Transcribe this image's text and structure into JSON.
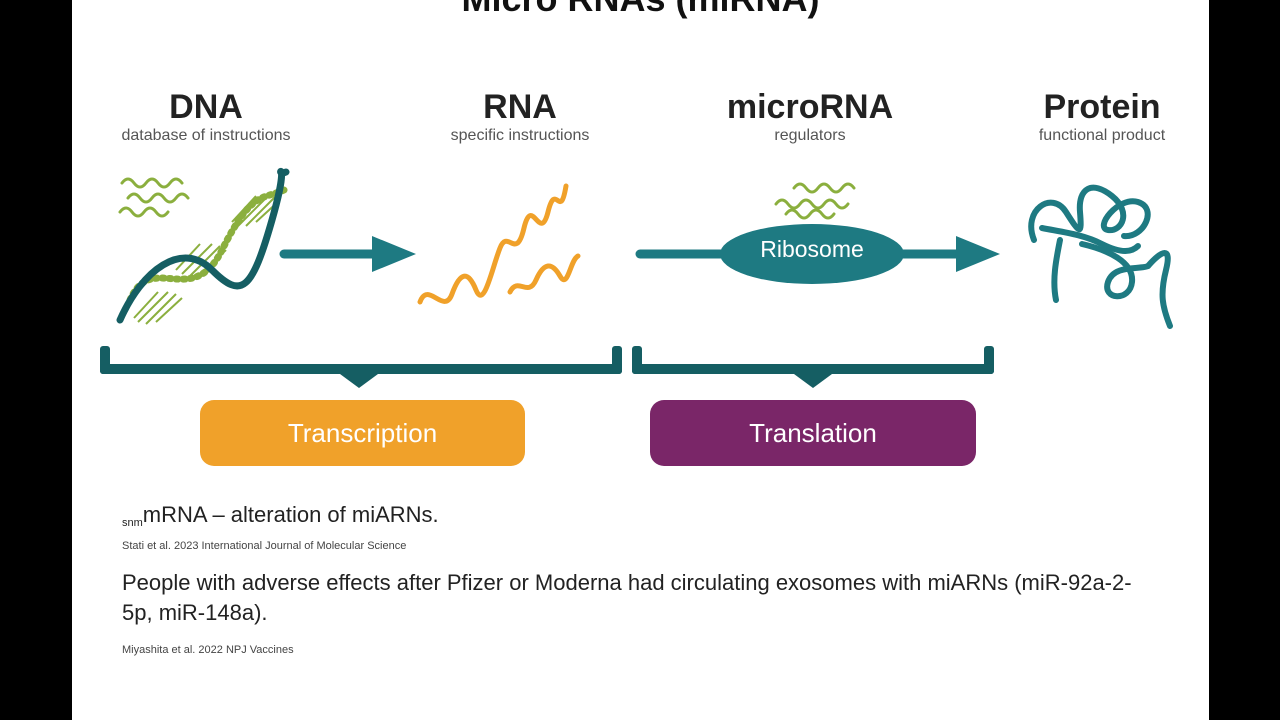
{
  "title": "Micro RNAs (miRNA)",
  "stages": [
    {
      "title": "DNA",
      "subtitle": "database of instructions"
    },
    {
      "title": "RNA",
      "subtitle": "specific instructions"
    },
    {
      "title": "microRNA",
      "subtitle": "regulators"
    },
    {
      "title": "Protein",
      "subtitle": "functional product"
    }
  ],
  "ribosome_label": "Ribosome",
  "processes": [
    {
      "label": "Transcription",
      "color": "#F0A12A"
    },
    {
      "label": "Translation",
      "color": "#7A2668"
    }
  ],
  "colors": {
    "teal": "#1E7A82",
    "dark_teal": "#155E63",
    "orange": "#F0A12A",
    "green_dots": "#8BAF3E",
    "ribosome_fill": "#1E7A82"
  },
  "notes": [
    {
      "prefix": "snm",
      "text": "mRNA – alteration of miARNs.",
      "citation": "Stati et al. 2023 International Journal of Molecular Science"
    },
    {
      "text": "People with adverse effects after Pfizer or Moderna had circulating exosomes with miARNs (miR-92a-2-5p, miR-148a).",
      "citation": "Miyashita et al. 2022 NPJ Vaccines"
    }
  ]
}
